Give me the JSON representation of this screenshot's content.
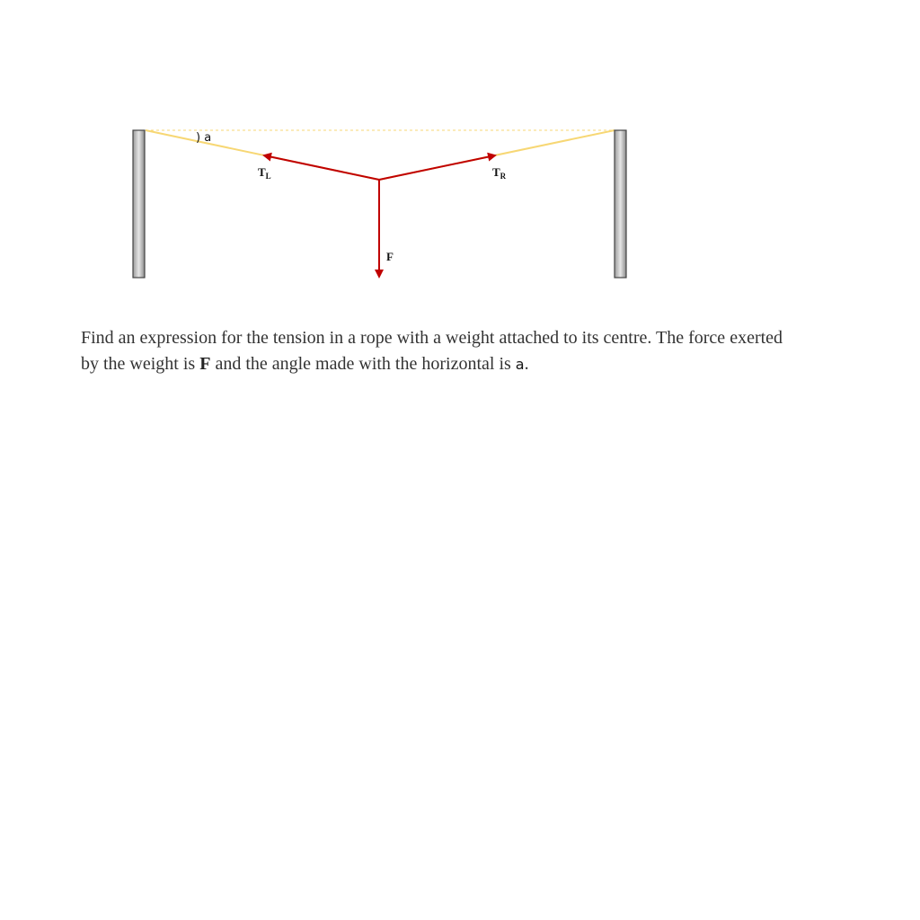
{
  "diagram": {
    "angle_label": ") a",
    "tension_left": {
      "symbol": "T",
      "subscript": "L"
    },
    "tension_right": {
      "symbol": "T",
      "subscript": "R"
    },
    "force_label": "F",
    "colors": {
      "rope": "#f7d774",
      "vector": "#c00000",
      "post_fill": "#d0d0d0",
      "post_edge": "#444444",
      "horizontal_guide": "#f7d774"
    }
  },
  "question": {
    "part1": "Find an expression for the tension in a rope with a weight attached to its centre. The force exerted by the weight is ",
    "force_symbol": "F",
    "part2": " and the angle made with the horizontal is ",
    "angle_symbol": "a",
    "part3": "."
  }
}
